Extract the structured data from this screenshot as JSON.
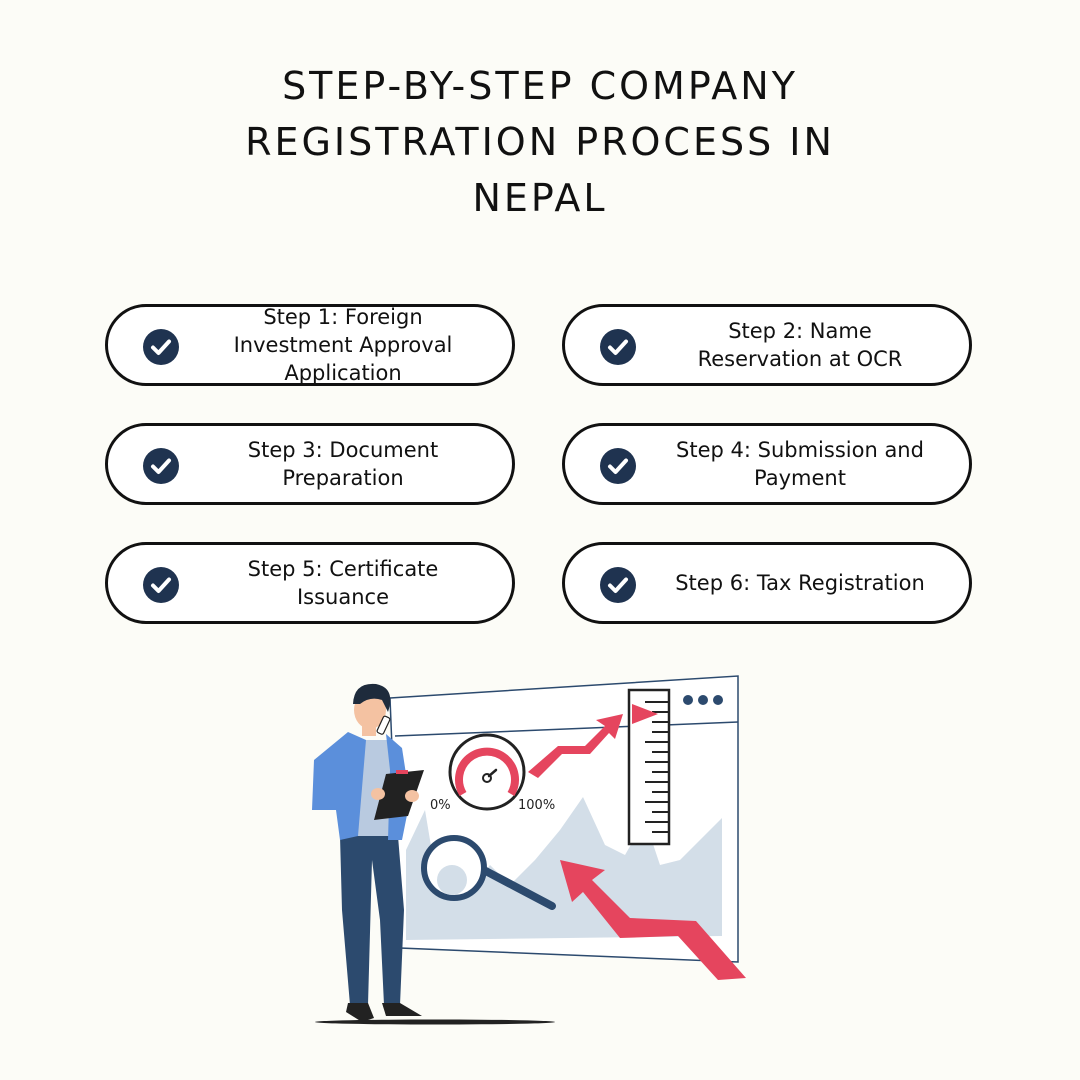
{
  "title": {
    "lines": [
      "STEP-BY-STEP COMPANY",
      "REGISTRATION PROCESS IN",
      "NEPAL"
    ]
  },
  "steps": [
    {
      "icon": "check-circle-icon",
      "lines": [
        "Step 1: Foreign",
        "Investment Approval",
        "Application"
      ]
    },
    {
      "icon": "check-circle-icon",
      "lines": [
        "Step 2: Name",
        "Reservation at OCR"
      ]
    },
    {
      "icon": "check-circle-icon",
      "lines": [
        "Step 3: Document",
        "Preparation"
      ]
    },
    {
      "icon": "check-circle-icon",
      "lines": [
        "Step 4: Submission and",
        "Payment"
      ]
    },
    {
      "icon": "check-circle-icon",
      "lines": [
        "Step 5: Certificate",
        "Issuance"
      ]
    },
    {
      "icon": "check-circle-icon",
      "lines": [
        "Step 6: Tax Registration"
      ]
    }
  ],
  "illustration": {
    "gauge_min_label": "0%",
    "gauge_max_label": "100%"
  },
  "colors": {
    "background": "#FCFCF7",
    "check_circle": "#1F3350",
    "accent_red": "#E5455E",
    "navy": "#2C4A6E",
    "jacket_blue": "#5B8FDB",
    "chart_fill": "#D3DEE8"
  }
}
